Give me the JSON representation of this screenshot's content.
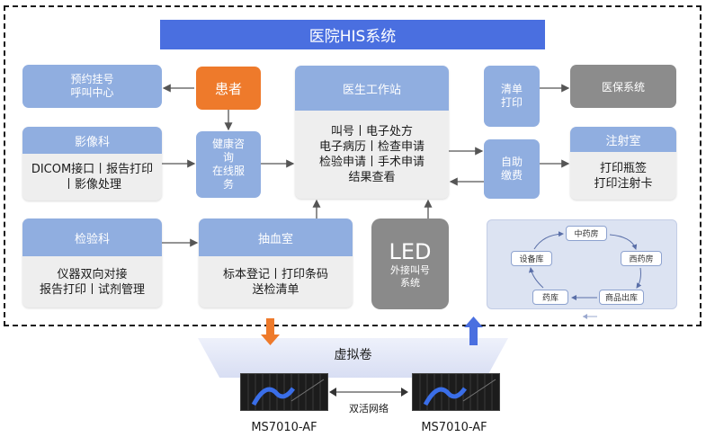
{
  "title": "医院HIS系统",
  "nodes": {
    "appointment": [
      "预约挂号",
      "呼叫中心"
    ],
    "patient": "患者",
    "health": [
      "健康咨",
      "询",
      "在线服",
      "务"
    ],
    "doctor": {
      "title": "医生工作站",
      "lines": [
        "叫号丨电子处方",
        "电子病历丨检查申请",
        "检验申请丨手术申请",
        "结果查看"
      ]
    },
    "bill": [
      "清单",
      "打印"
    ],
    "insurance": "医保系统",
    "imaging": {
      "title": "影像科",
      "lines": [
        "DICOM接口丨报告打印",
        "丨影像处理"
      ]
    },
    "selfpay": [
      "自助",
      "缴费"
    ],
    "injection": {
      "title": "注射室",
      "lines": [
        "打印瓶签",
        "打印注射卡"
      ]
    },
    "lab": {
      "title": "检验科",
      "lines": [
        "仪器双向对接",
        "报告打印丨试剂管理"
      ]
    },
    "blood": {
      "title": "抽血室",
      "lines": [
        "标本登记丨打印条码",
        "送检清单"
      ]
    },
    "led": {
      "big": "LED",
      "lines": [
        "外接叫号",
        "系统"
      ]
    },
    "pharmacy": {
      "zhong": "中药房",
      "shebei": "设备库",
      "xi": "西药房",
      "yao": "药库",
      "shangpin": "商品出库"
    }
  },
  "storage": {
    "volume": "虚拟卷",
    "server_left": "MS7010-AF",
    "server_right": "MS7010-AF",
    "link": "双活网络"
  },
  "colors": {
    "title_bar": "#4a6fe0",
    "box": "#90aee0",
    "patient": "#ee7a2b",
    "gray_box": "#8c8c8c",
    "arrow_down": "#ee7a2b",
    "arrow_up": "#4a6fe0"
  }
}
